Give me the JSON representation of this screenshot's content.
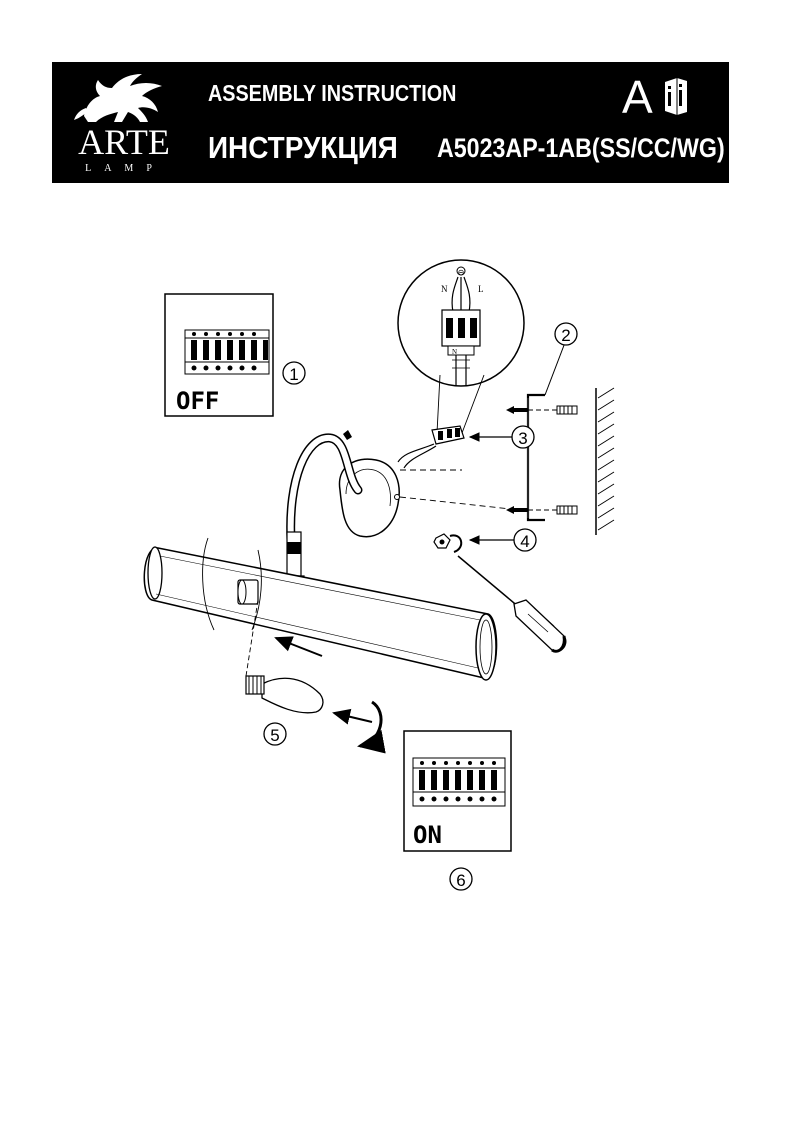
{
  "header": {
    "title_en": "ASSEMBLY INSTRUCTION",
    "title_ru": "ИНСТРУКЦИЯ",
    "model": "A5023AP-1AB(SS/CC/WG)",
    "letter": "A",
    "info_icon": "info-booklet-icon"
  },
  "logo": {
    "wordmark": "ARTE",
    "subtext": "LAMP",
    "emblem": "griffin-icon"
  },
  "steps": [
    {
      "number": "1",
      "panel_label": "OFF"
    },
    {
      "number": "2"
    },
    {
      "number": "3"
    },
    {
      "number": "4"
    },
    {
      "number": "5"
    },
    {
      "number": "6",
      "panel_label": "ON"
    }
  ],
  "wiring": {
    "neutral": "N",
    "live": "L",
    "earth_symbol": "⊖"
  }
}
